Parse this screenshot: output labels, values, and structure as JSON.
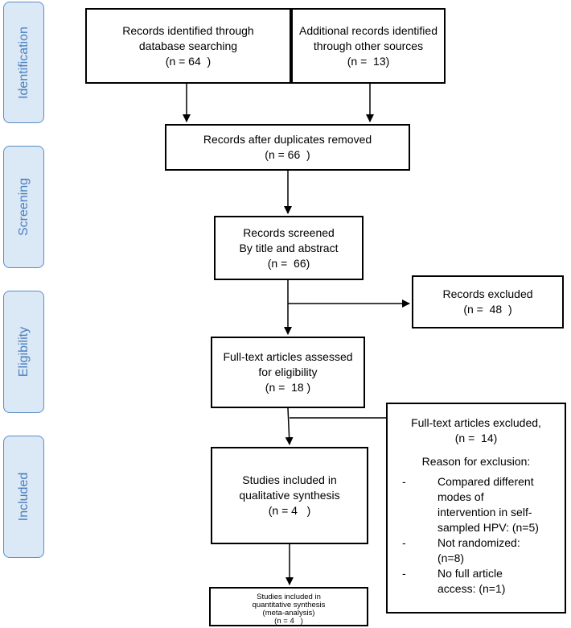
{
  "stages": [
    {
      "id": "identification",
      "label": "Identification"
    },
    {
      "id": "screening",
      "label": "Screening"
    },
    {
      "id": "eligibility",
      "label": "Eligibility"
    },
    {
      "id": "included",
      "label": "Included"
    }
  ],
  "boxes": {
    "db_search": {
      "lines": [
        "Records identified through",
        "database searching",
        "(n = 64  )"
      ]
    },
    "other_sources": {
      "lines": [
        "Additional records identified",
        "through other sources",
        "(n =  13)"
      ]
    },
    "after_duplicates": {
      "lines": [
        "Records after duplicates removed",
        "(n = 66  )"
      ]
    },
    "screened": {
      "lines": [
        "Records screened",
        "By title and abstract",
        "(n =  66)"
      ]
    },
    "excluded": {
      "lines": [
        "Records excluded",
        "(n =  48  )"
      ]
    },
    "fulltext_assessed": {
      "lines": [
        "Full-text articles assessed",
        "for eligibility",
        "(n =  18 )"
      ]
    },
    "qualitative": {
      "lines": [
        "Studies included in",
        "qualitative synthesis",
        "(n = 4   )"
      ]
    },
    "quantitative": {
      "lines": [
        "Studies included in",
        "quantitative synthesis",
        "(meta-analysis)",
        "(n = 4   )"
      ]
    }
  },
  "fulltext_excluded": {
    "title": "Full-text articles excluded,",
    "count": "(n =  14)",
    "reason_heading": "Reason for exclusion:",
    "reasons": [
      {
        "dash": "-",
        "text": "Compared different\nmodes of\nintervention in self-\nsampled HPV: (n=5)"
      },
      {
        "dash": "-",
        "text": "Not randomized:\n(n=8)"
      },
      {
        "dash": "-",
        "text": "No full article\naccess: (n=1)"
      }
    ]
  }
}
